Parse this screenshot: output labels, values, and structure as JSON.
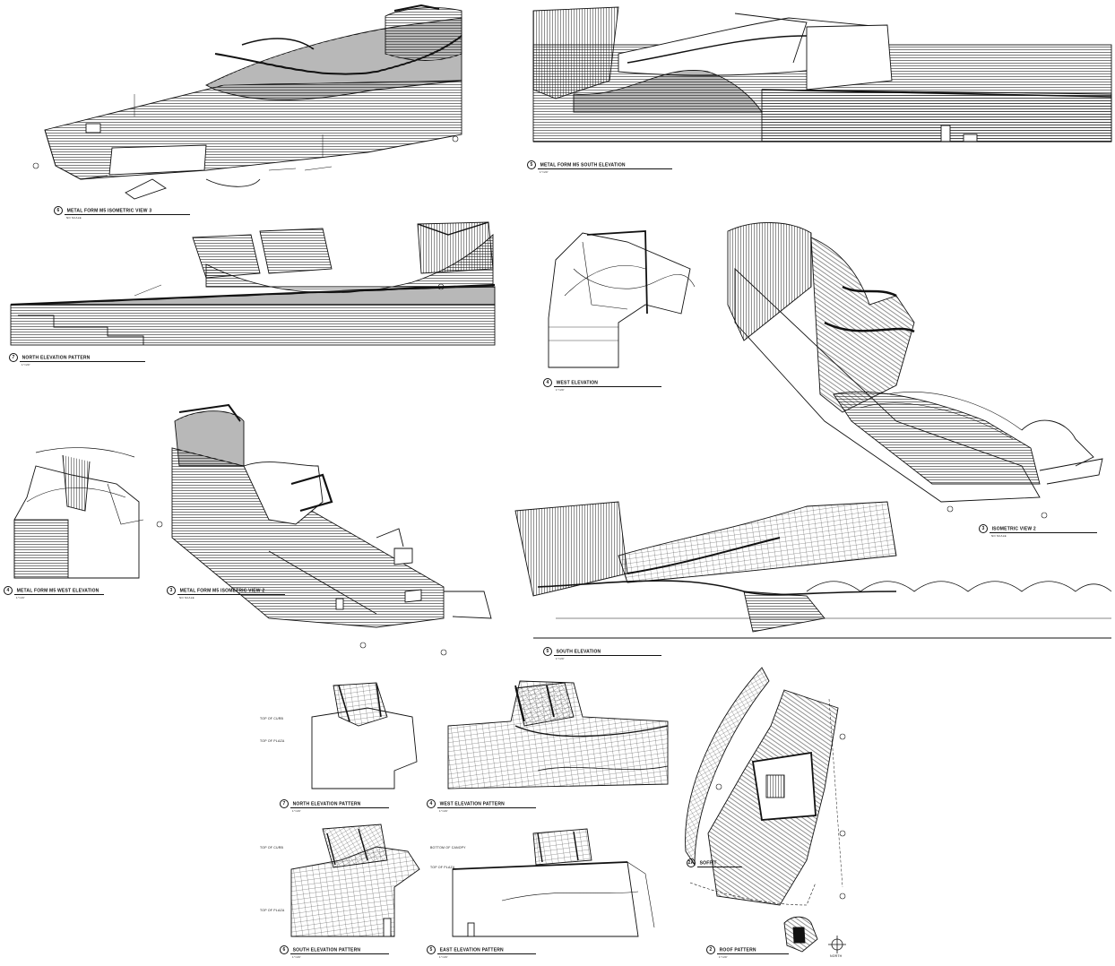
{
  "drawings": [
    {
      "id": "d1",
      "num": "6",
      "title": "METAL FORM M5 ISOMETRIC VIEW 3",
      "scale": "NO SCALE"
    },
    {
      "id": "d2",
      "num": "5",
      "title": "METAL FORM M5 SOUTH ELEVATION",
      "scale": "1\"=20'"
    },
    {
      "id": "d3",
      "num": "7",
      "title": "NORTH ELEVATION PATTERN",
      "scale": "1\"=20'"
    },
    {
      "id": "d4",
      "num": "4",
      "title": "WEST ELEVATION",
      "scale": "1\"=20'"
    },
    {
      "id": "d5",
      "num": "3",
      "title": "ISOMETRIC VIEW 2",
      "scale": "NO SCALE"
    },
    {
      "id": "d6",
      "num": "4",
      "title": "METAL FORM M5 WEST ELEVATION",
      "scale": "1\"=20'"
    },
    {
      "id": "d7",
      "num": "3",
      "title": "METAL FORM M5 ISOMETRIC VIEW 2",
      "scale": "NO SCALE"
    },
    {
      "id": "d8",
      "num": "5",
      "title": "SOUTH ELEVATION",
      "scale": "1\"=20'"
    },
    {
      "id": "d9",
      "num": "7",
      "title": "NORTH ELEVATION PATTERN",
      "scale": "1\"=20'"
    },
    {
      "id": "d10",
      "num": "4",
      "title": "WEST ELEVATION PATTERN",
      "scale": "1\"=20'"
    },
    {
      "id": "d11",
      "num": "2A",
      "title": "SOFFIT",
      "scale": ""
    },
    {
      "id": "d12",
      "num": "6",
      "title": "SOUTH ELEVATION PATTERN",
      "scale": "1\"=20'"
    },
    {
      "id": "d13",
      "num": "5",
      "title": "EAST ELEVATION PATTERN",
      "scale": "1\"=20'"
    },
    {
      "id": "d14",
      "num": "2",
      "title": "ROOF PATTERN",
      "scale": "1\"=20'"
    }
  ],
  "level_marks": {
    "top_of_curb": "TOP OF CURB",
    "top_of_plaza": "TOP OF PLAZA",
    "bottom_of_canopy": "BOTTOM OF CANOPY"
  },
  "north_arrow": "NORTH",
  "colors": {
    "ink": "#111111",
    "paper": "#ffffff",
    "hatch": "#333333"
  }
}
